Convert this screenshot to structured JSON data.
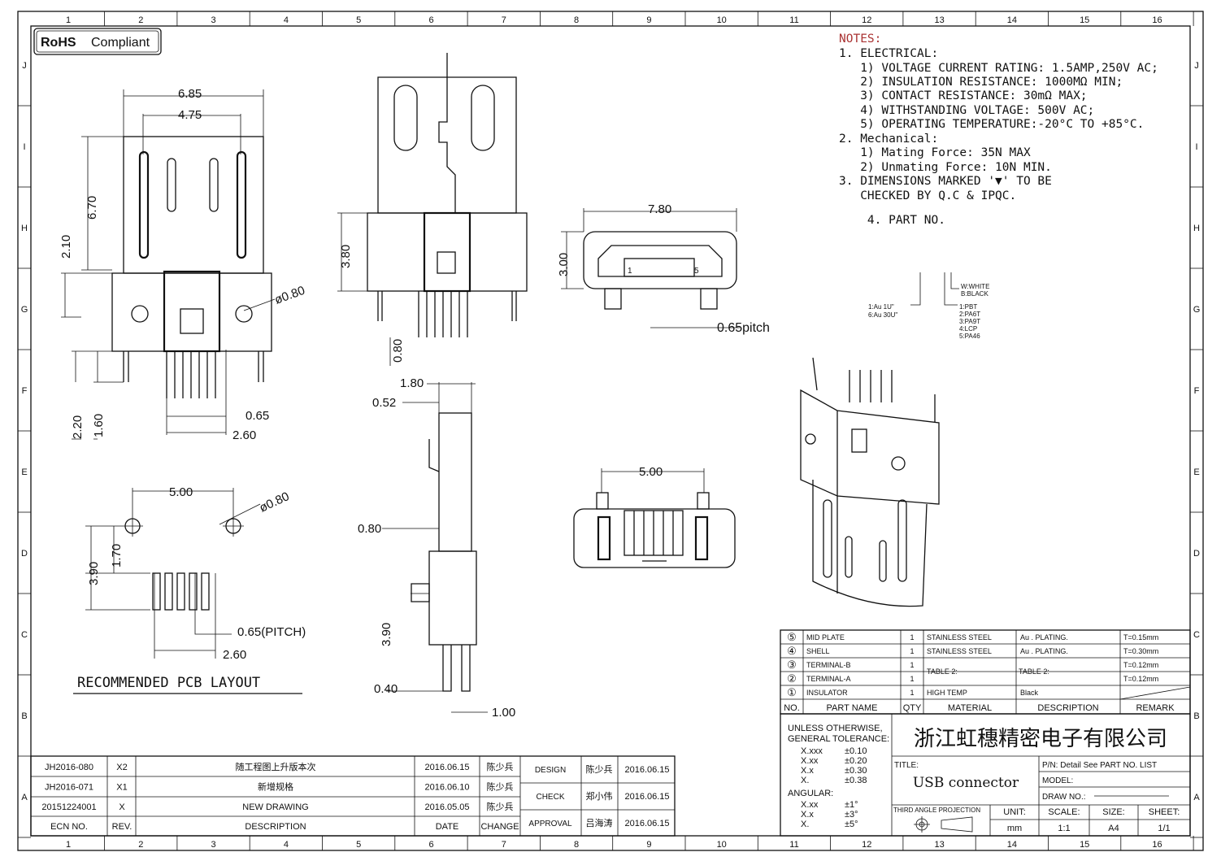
{
  "frame": {
    "columns": [
      "1",
      "2",
      "3",
      "4",
      "5",
      "6",
      "7",
      "8",
      "9",
      "10",
      "11",
      "12",
      "13",
      "14",
      "15",
      "16"
    ],
    "rows": [
      "J",
      "I",
      "H",
      "G",
      "F",
      "E",
      "D",
      "C",
      "B",
      "A"
    ]
  },
  "badge": {
    "rohs": "RoHS",
    "compliant": "Compliant"
  },
  "notes": {
    "title": "NOTES:",
    "lines": [
      "1. ELECTRICAL:",
      "   1) VOLTAGE CURRENT RATING: 1.5AMP,250V AC;",
      "   2) INSULATION RESISTANCE: 1000MΩ MIN;",
      "   3) CONTACT RESISTANCE: 30mΩ MAX;",
      "   4) WITHSTANDING VOLTAGE: 500V AC;",
      "   5) OPERATING TEMPERATURE:-20°C TO +85°C.",
      "2. Mechanical:",
      "   1) Mating Force: 35N MAX",
      "   2) Unmating Force: 10N MIN.",
      "3. DIMENSIONS MARKED '▼' TO BE",
      "   CHECKED BY Q.C & IPQC.",
      "    4. PART NO."
    ]
  },
  "part_no_legend": {
    "plating": [
      "1:Au 1U\"",
      "6:Au 30U\""
    ],
    "color": [
      "W:WHITE",
      "B:BLACK"
    ],
    "material": [
      "1:PBT",
      "2:PA6T",
      "3:PA9T",
      "4:LCP",
      "5:PA46"
    ]
  },
  "dims": {
    "d685": "6.85",
    "d475": "4.75",
    "d670": "6.70",
    "d210": "2.10",
    "d080a": "ø0.80",
    "d220": "2.20",
    "d160": "1.60",
    "d065": "0.65",
    "d260": "2.60",
    "d380": "3.80",
    "d080b": "0.80",
    "d780": "7.80",
    "d300": "3.00",
    "pitch": "0.65pitch",
    "d180": "1.80",
    "d052": "0.52",
    "d080c": "0.80",
    "d390b": "3.90",
    "d040": "0.40",
    "d100": "1.00",
    "d500": "5.00",
    "d500b": "5.00",
    "d080d": "ø0.80",
    "d170": "1.70",
    "d390": "3.90",
    "d065p": "0.65(PITCH)",
    "d260b": "2.60",
    "pins": [
      "1",
      "5"
    ]
  },
  "pcb_layout_label": "RECOMMENDED PCB LAYOUT",
  "bom": {
    "rows": [
      {
        "no": "⑤",
        "name": "MID PLATE",
        "qty": "1",
        "material": "STAINLESS STEEL",
        "desc": "Au . PLATING.",
        "remark": "T=0.15mm"
      },
      {
        "no": "④",
        "name": "SHELL",
        "qty": "1",
        "material": "STAINLESS STEEL",
        "desc": "Au . PLATING.",
        "remark": "T=0.30mm"
      },
      {
        "no": "③",
        "name": "TERMINAL-B",
        "qty": "1",
        "material": "TABLE 2:",
        "desc": "TABLE 2:",
        "remark": "T=0.12mm"
      },
      {
        "no": "②",
        "name": "TERMINAL-A",
        "qty": "1",
        "remark": "T=0.12mm"
      },
      {
        "no": "①",
        "name": "INSULATOR",
        "qty": "1",
        "material": "HIGH TEMP",
        "desc": "Black",
        "remark": ""
      }
    ],
    "header": {
      "no": "NO.",
      "name": "PART NAME",
      "qty": "QTY",
      "material": "MATERIAL",
      "desc": "DESCRIPTION",
      "remark": "REMARK"
    }
  },
  "tolerance": {
    "title1": "UNLESS OTHERWISE,",
    "title2": "GENERAL TOLERANCE:",
    "linear": [
      [
        "X.xxx",
        "±0.10"
      ],
      [
        "X.xx",
        "±0.20"
      ],
      [
        "X.x",
        "±0.30"
      ],
      [
        "X.",
        "±0.38"
      ]
    ],
    "angular_label": "ANGULAR:",
    "angular": [
      [
        "X.xx",
        "±1°"
      ],
      [
        "X.x",
        "±3°"
      ],
      [
        "X.",
        "±5°"
      ]
    ]
  },
  "title_block": {
    "company": "浙江虹穗精密电子有限公司",
    "title_label": "TITLE:",
    "title": "USB connector",
    "pn": "P/N: Detail See PART NO. LIST",
    "model": "MODEL:",
    "draw_no": "DRAW NO.:",
    "projection": "THIRD ANGLE PROJECTION",
    "unit_label": "UNIT:",
    "unit": "mm",
    "scale_label": "SCALE:",
    "scale": "1:1",
    "size_label": "SIZE:",
    "size": "A4",
    "sheet_label": "SHEET:",
    "sheet": "1/1"
  },
  "revisions": {
    "rows": [
      {
        "ecn": "JH2016-080",
        "rev": "X2",
        "desc": "随工程图上升版本次",
        "date": "2016.06.15",
        "change": "陈少兵"
      },
      {
        "ecn": "JH2016-071",
        "rev": "X1",
        "desc": "新增规格",
        "date": "2016.06.10",
        "change": "陈少兵"
      },
      {
        "ecn": "20151224001",
        "rev": "X",
        "desc": "NEW DRAWING",
        "date": "2016.05.05",
        "change": "陈少兵"
      }
    ],
    "header": {
      "ecn": "ECN NO.",
      "rev": "REV.",
      "desc": "DESCRIPTION",
      "date": "DATE",
      "change": "CHANGE"
    }
  },
  "approvals": [
    {
      "role": "DESIGN",
      "name": "陈少兵",
      "date": "2016.06.15"
    },
    {
      "role": "CHECK",
      "name": "郑小伟",
      "date": "2016.06.15"
    },
    {
      "role": "APPROVAL",
      "name": "吕海涛",
      "date": "2016.06.15"
    }
  ]
}
